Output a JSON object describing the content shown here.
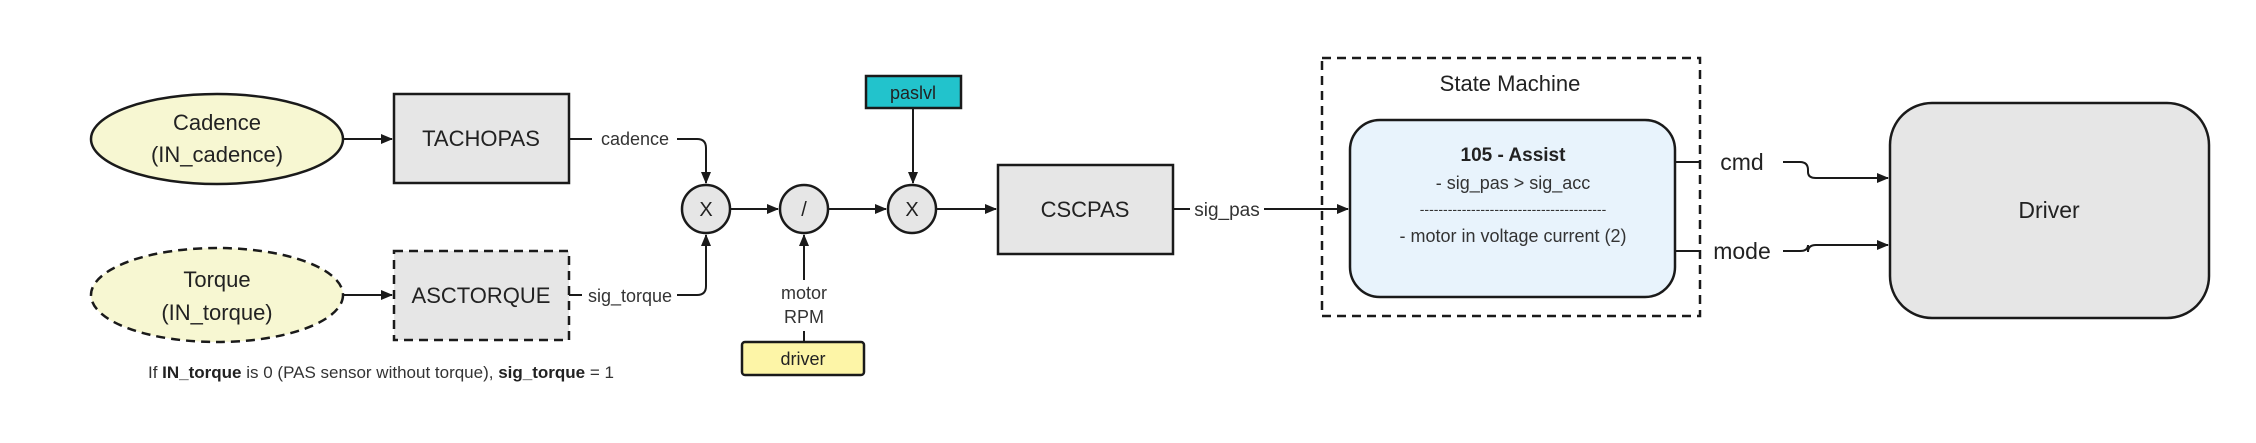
{
  "inputs": {
    "cadence": {
      "line1": "Cadence",
      "line2": "(IN_cadence)"
    },
    "torque": {
      "line1": "Torque",
      "line2": "(IN_torque)"
    }
  },
  "blocks": {
    "tachopas": "TACHOPAS",
    "asctorque": "ASCTORQUE",
    "cscpas": "CSCPAS",
    "driver": "Driver",
    "paslvl": "paslvl",
    "driver_tag": "driver"
  },
  "ops": {
    "multiply_1": "X",
    "divide": "/",
    "multiply_2": "X"
  },
  "edge_labels": {
    "cadence": "cadence",
    "sig_torque": "sig_torque",
    "motor": "motor",
    "rpm": "RPM",
    "sig_pas": "sig_pas",
    "cmd": "cmd",
    "mode": "mode"
  },
  "state_machine": {
    "title": "State Machine",
    "state_name": "105 - Assist",
    "condition": "- sig_pas > sig_acc",
    "separator": "----------------------------------------",
    "action": "- motor in voltage current (2)"
  },
  "note": {
    "prefix": "If ",
    "var1": "IN_torque",
    "middle": " is 0 (PAS sensor without torque), ",
    "var2": "sig_torque",
    "suffix": " = 1"
  },
  "colors": {
    "input_fill": "#f7f7d2",
    "block_fill": "#e6e6e6",
    "state_fill": "#e8f3fc",
    "paslvl_fill": "#22c3cc",
    "driver_tag_fill": "#fdf5a7",
    "stroke": "#1a1a1a"
  }
}
